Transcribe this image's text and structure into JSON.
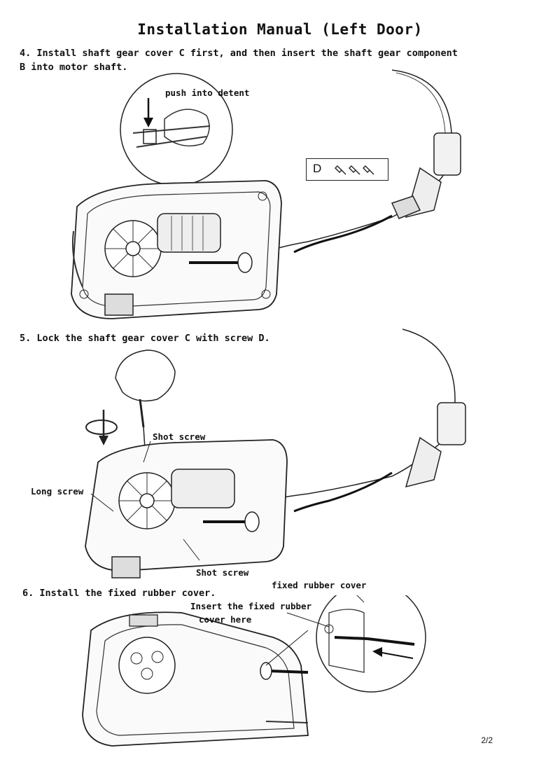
{
  "document": {
    "title": "Installation Manual (Left Door)",
    "page_number": "2/2"
  },
  "steps": {
    "step4": {
      "text": "4. Install shaft gear cover C first, and then insert the shaft gear component B into motor shaft.",
      "callout": "push into detent",
      "hardware_key": "D"
    },
    "step5": {
      "text": "5. Lock the shaft gear cover C with screw D.",
      "label_short_top": "Shot screw",
      "label_long": "Long screw",
      "label_short_bottom": "Shot screw"
    },
    "step6": {
      "text": "6. Install the fixed rubber cover.",
      "label_insert_line1": "Insert the fixed rubber",
      "label_insert_line2": "cover here",
      "label_fixed_cover": "fixed rubber cover"
    }
  }
}
